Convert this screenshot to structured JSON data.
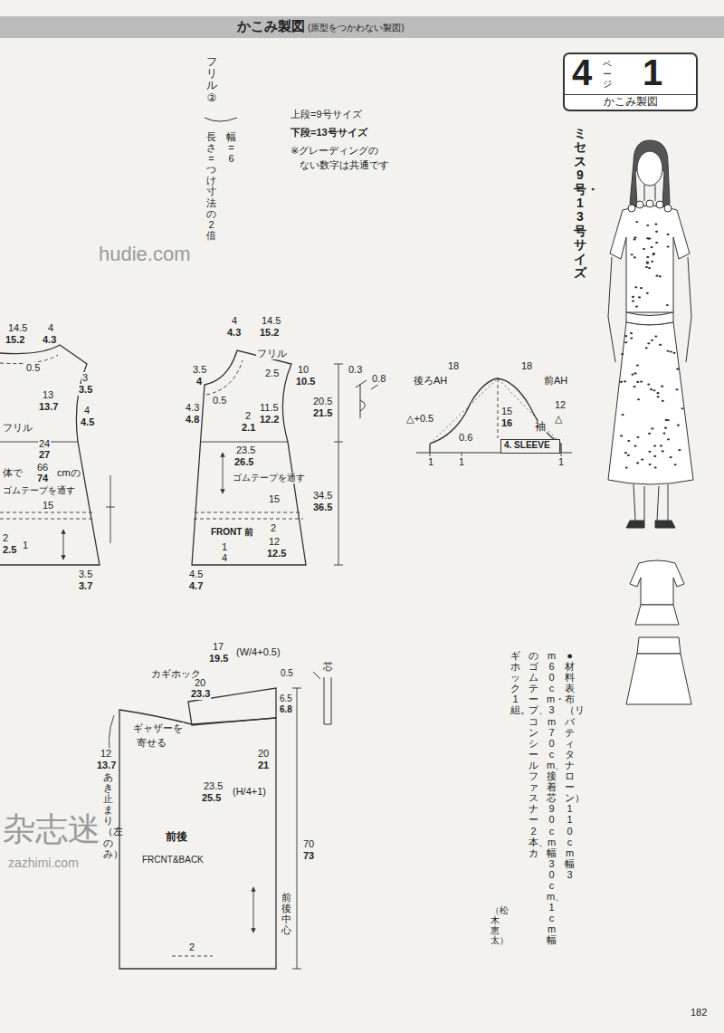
{
  "diagram": {
    "nodes": [
      {
        "text": [
          "かこみ製図",
          "(原型をつかわない製図)"
        ]
      },
      {
        "text": [
          "4",
          "ページ",
          "1",
          "かこみ製図"
        ]
      },
      {
        "text": [
          "4. SLEEVE"
        ]
      }
    ],
    "labels": [
      "14.5",
      "15.2",
      "4",
      "4.3",
      "0.5",
      "3",
      "3.5",
      "13",
      "13.7",
      "4",
      "4.5",
      "フリル",
      "24",
      "27",
      "体で",
      "66",
      "cmの",
      "74",
      "ゴムテープを通す",
      "15",
      "2",
      "2.5",
      "1",
      "3.5",
      "3.7",
      "4",
      "4.3",
      "14.5",
      "15.2",
      "フリル",
      "3.5",
      "4",
      "2.5",
      "10",
      "10.5",
      "0.5",
      "11.5",
      "12.2",
      "4.3",
      "4.8",
      "2",
      "2.1",
      "20.5",
      "21.5",
      "23.5",
      "26.5",
      "ゴムテープを通す",
      "15",
      "34.5",
      "36.5",
      "2",
      "FRONT 前",
      "12",
      "12.5",
      "1",
      "4",
      "4.5",
      "4.7",
      "0.3",
      "0.8",
      "18",
      "18",
      "後ろAH",
      "前AH",
      "△+0.5",
      "0.6",
      "15",
      "16",
      "袖",
      "12",
      "△",
      "1",
      "1",
      "1",
      "17",
      "19.5",
      "(W/4+0.5)",
      "0.5",
      "カギホック",
      "20",
      "23.3",
      "6.5",
      "6.8",
      "芯",
      "12",
      "13.7",
      "ギャザーを",
      "寄せる",
      "20",
      "21",
      "23.5",
      "25.5",
      "(H/4+1)",
      "前後",
      "FRCNT&BACK",
      "70",
      "73",
      "あき止まり（左のみ）",
      "前後中心",
      "2",
      "フリル②",
      "幅=6",
      "長さ=つけ寸法の2倍",
      "上段=9号サイズ",
      "下段=13号サイズ",
      "※グレーディングの",
      "ない数字は共通です",
      "ミセス9号・13号サイズ",
      "●材料　表布（リバティタナローン）110cm幅3",
      "m60cm・3m70cm、接着芯90cm幅30cm、1cm幅",
      "のゴムテープ、コンシールファスナー2本、カ",
      "ギホック1組。",
      "（松木恵太）",
      "182",
      "hudie.com",
      "杂志迷",
      "zazhimi.com"
    ]
  }
}
